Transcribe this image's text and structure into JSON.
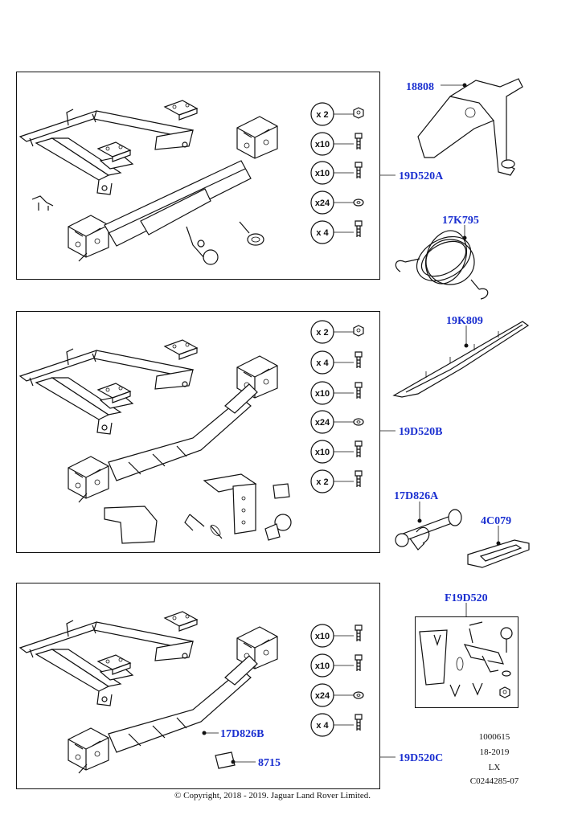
{
  "callouts": {
    "c18808": "18808",
    "c19D520A": "19D520A",
    "c17K795": "17K795",
    "c19K809": "19K809",
    "c19D520B": "19D520B",
    "c17D826A": "17D826A",
    "c4C079": "4C079",
    "cF19D520": "F19D520",
    "c17D826B": "17D826B",
    "c8715": "8715",
    "c19D520C": "19D520C"
  },
  "kitA": {
    "qty": [
      "x 2",
      "x10",
      "x10",
      "x24",
      "x 4"
    ]
  },
  "kitB": {
    "qty": [
      "x 2",
      "x 4",
      "x10",
      "x24",
      "x10",
      "x 2"
    ]
  },
  "kitC": {
    "qty": [
      "x10",
      "x10",
      "x24",
      "x 4"
    ]
  },
  "meta": {
    "line1": "1000615",
    "line2": "18-2019",
    "line3": "LX",
    "line4": "C0244285-07"
  },
  "copyright": "© Copyright, 2018 - 2019. Jaguar Land Rover Limited."
}
